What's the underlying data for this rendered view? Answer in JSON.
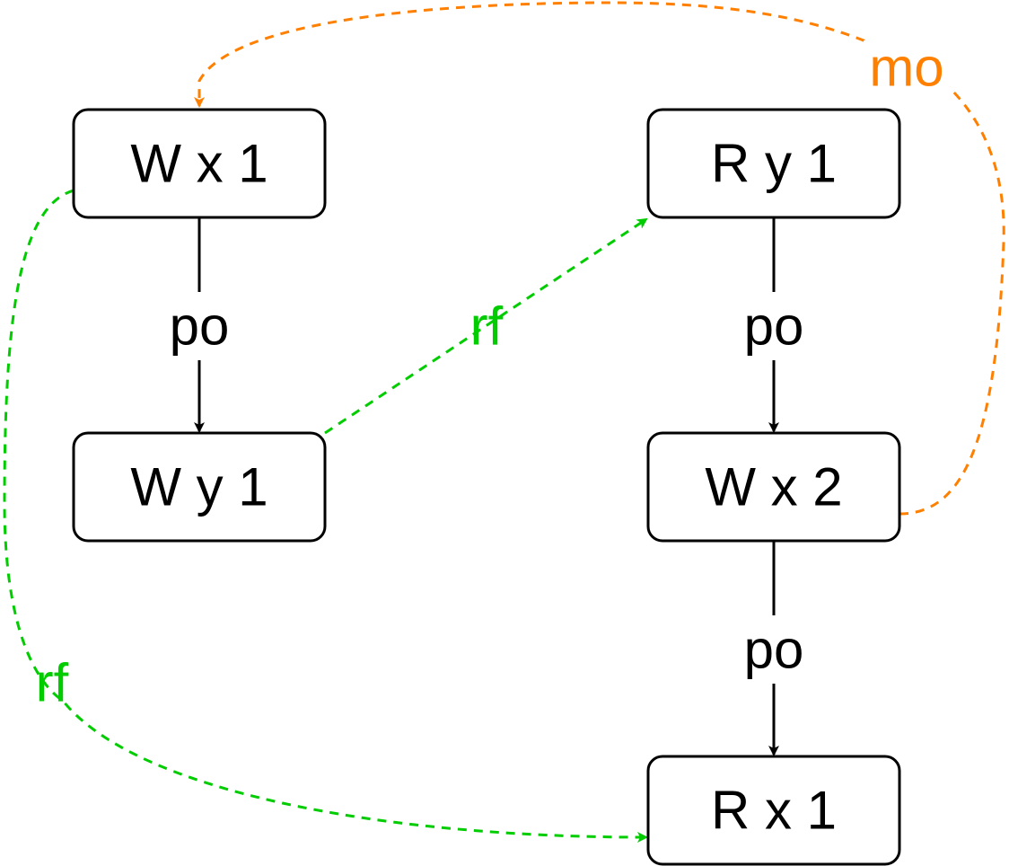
{
  "diagram": {
    "nodes": [
      {
        "id": "wx1",
        "label": "W x 1"
      },
      {
        "id": "ry1",
        "label": "R y 1"
      },
      {
        "id": "wy1",
        "label": "W y 1"
      },
      {
        "id": "wx2",
        "label": "W x 2"
      },
      {
        "id": "rx1",
        "label": "R x 1"
      }
    ],
    "edges": [
      {
        "id": "po-left",
        "from": "W x 1",
        "to": "W y 1",
        "label": "po",
        "color": "#000000",
        "style": "solid"
      },
      {
        "id": "po-right-top",
        "from": "R y 1",
        "to": "W x 2",
        "label": "po",
        "color": "#000000",
        "style": "solid"
      },
      {
        "id": "po-right-bottom",
        "from": "W x 2",
        "to": "R x 1",
        "label": "po",
        "color": "#000000",
        "style": "solid"
      },
      {
        "id": "rf-diagonal",
        "from": "W y 1",
        "to": "R y 1",
        "label": "rf",
        "color": "#00CC00",
        "style": "dashed"
      },
      {
        "id": "rf-long",
        "from": "W x 1",
        "to": "R x 1",
        "label": "rf",
        "color": "#00CC00",
        "style": "dashed"
      },
      {
        "id": "mo",
        "from": "W x 2",
        "to": "W x 1",
        "label": "mo",
        "color": "#FF8000",
        "style": "dashed"
      }
    ]
  },
  "colors": {
    "rf": "#00CC00",
    "mo": "#FF8000",
    "po": "#000000"
  }
}
